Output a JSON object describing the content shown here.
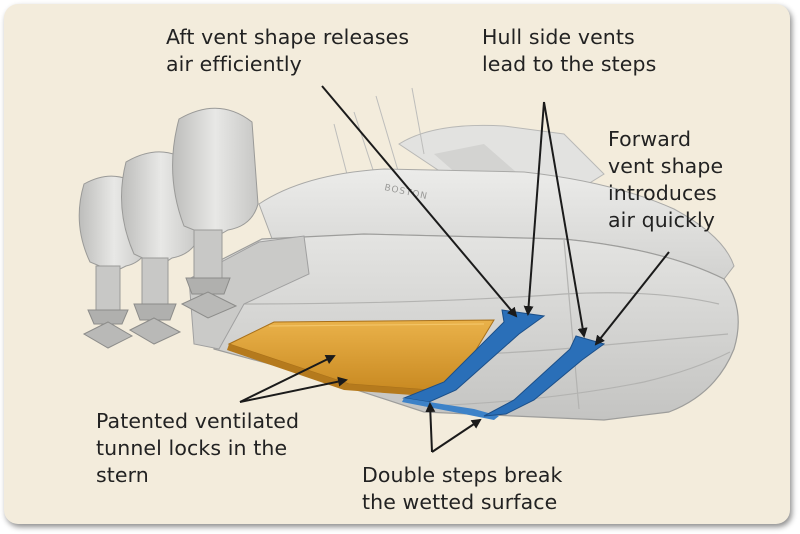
{
  "callouts": {
    "aft_vent": [
      "Aft vent shape releases",
      "air efficiently"
    ],
    "hull_side_vents": [
      "Hull side vents",
      "lead to the steps"
    ],
    "forward_vent": [
      "Forward",
      "vent shape",
      "introduces",
      "air quickly"
    ],
    "tunnel": [
      "Patented ventilated",
      "tunnel locks in the",
      "stern"
    ],
    "double_steps": [
      "Double steps break",
      "the wetted surface"
    ]
  },
  "hull_brand_text": "BOSTON",
  "colors": {
    "background": "#f3ecdc",
    "hull": "#d6d6d4",
    "tunnel": "#e3a63a",
    "steps": "#2a6fb8",
    "arrows": "#1b1b1b",
    "text": "#222222"
  }
}
